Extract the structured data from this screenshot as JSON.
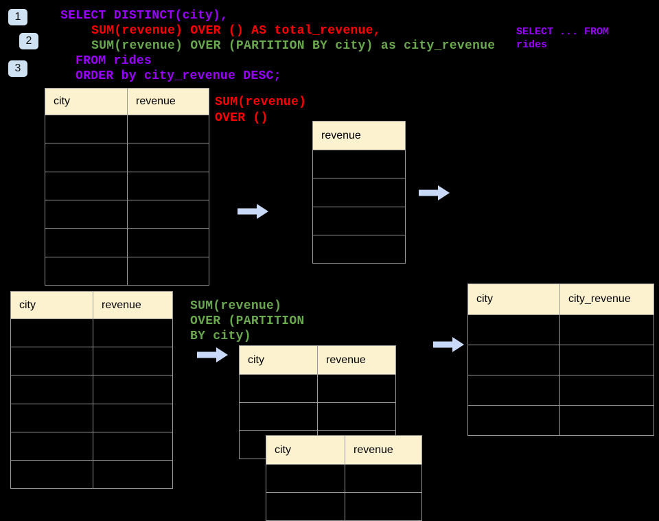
{
  "colors": {
    "background": "#000000",
    "sql_purple": "#9900ff",
    "sql_red": "#ff0000",
    "sql_green": "#6aa84f",
    "badge_blue": "#cfe2f3",
    "arrow_blue": "#c9daf8",
    "table_header_bg": "#fdf2d0",
    "table_border": "#999999"
  },
  "badges": [
    {
      "label": "1"
    },
    {
      "label": "2"
    },
    {
      "label": "3"
    }
  ],
  "sql_query": {
    "lines": [
      {
        "text": "SELECT DISTINCT(city),",
        "color": "#9900ff"
      },
      {
        "text": "SUM(revenue) OVER () AS total_revenue,",
        "color": "#ff0000"
      },
      {
        "text": "SUM(revenue) OVER (PARTITION BY city) as city_revenue",
        "color": "#6aa84f"
      },
      {
        "text": "FROM rides",
        "color": "#9900ff"
      },
      {
        "text": "ORDER by city_revenue DESC;",
        "color": "#9900ff"
      }
    ]
  },
  "side_snippet": {
    "line1": "SELECT ... FROM",
    "line2": "rides",
    "color": "#9900ff"
  },
  "annotations": {
    "total_revenue_label": {
      "line1": "SUM(revenue)",
      "line2": "OVER ()",
      "color": "#ff0000"
    },
    "partition_label": {
      "line1": "SUM(revenue)",
      "line2": "OVER (PARTITION",
      "line3": "BY city)",
      "color": "#6aa84f"
    }
  },
  "tables": {
    "source_top": {
      "headers": [
        "city",
        "revenue"
      ],
      "empty_row_count": 6
    },
    "total_result": {
      "headers": [
        "revenue"
      ],
      "empty_row_count": 4
    },
    "source_bottom": {
      "headers": [
        "city",
        "revenue"
      ],
      "empty_row_count": 6
    },
    "partition_step": {
      "headers": [
        "city",
        "revenue"
      ],
      "empty_row_count": 3
    },
    "partition_step_overlay": {
      "headers": [
        "city",
        "revenue"
      ],
      "empty_row_count": 2
    },
    "city_revenue_result": {
      "headers": [
        "city",
        "city_revenue"
      ],
      "empty_row_count": 4
    }
  }
}
